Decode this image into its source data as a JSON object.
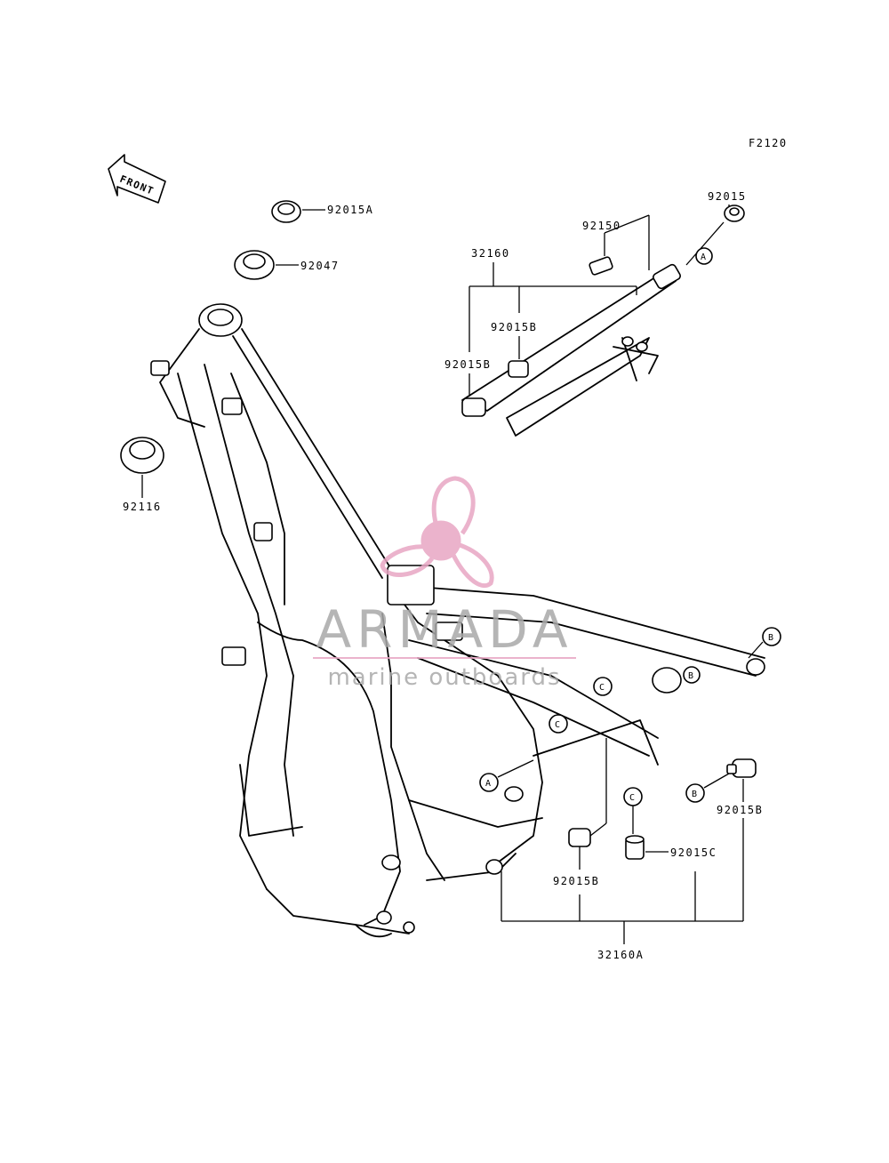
{
  "figure_code": "F2120",
  "front_arrow": "FRONT",
  "callouts": {
    "p92015A": "92015A",
    "p92047": "92047",
    "p92116": "92116",
    "p32160": "32160",
    "p92150": "92150",
    "p92015": "92015",
    "p92015B_top1": "92015B",
    "p92015B_top2": "92015B",
    "p92015B_right": "92015B",
    "p92015B_bottom": "92015B",
    "p92015C": "92015C",
    "p32160A": "32160A"
  },
  "refs": {
    "A": "A",
    "B": "B",
    "C": "C"
  },
  "watermark": {
    "brand": "ARMADA",
    "tagline": "marine outboards",
    "color": "#e8a6c4"
  }
}
